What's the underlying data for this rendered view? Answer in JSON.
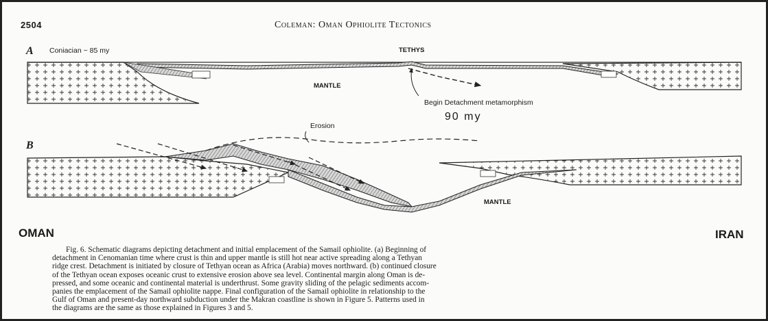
{
  "header": {
    "page_number": "2504",
    "running_head": "Coleman: Oman Ophiolite Tectonics"
  },
  "panel_a": {
    "label": "A",
    "age_note": "Coniacian ~ 85 my",
    "ocean_label": "TETHYS",
    "mantle_label": "MANTLE",
    "annotation": "Begin Detachment metamorphism",
    "age_handwritten": "90 my"
  },
  "panel_b": {
    "label": "B",
    "erosion_label": "Erosion",
    "mantle_label": "MANTLE"
  },
  "regions": {
    "left": "OMAN",
    "right": "IRAN"
  },
  "caption": {
    "lines": [
      "Fig. 6.  Schematic diagrams depicting detachment and initial emplacement of the Samail ophiolite. (a) Beginning of",
      "detachment in Cenomanian time where crust is thin and upper mantle is still hot near active spreading along a Tethyan",
      "ridge crest. Detachment is initiated by closure of Tethyan ocean as Africa (Arabia) moves northward. (b) continued closure",
      "of the Tethyan ocean exposes oceanic crust to extensive erosion above sea level. Continental margin along Oman is de-",
      "pressed, and some oceanic and continental material is underthrust. Some gravity sliding of the pelagic sediments accom-",
      "panies the emplacement of the Samail ophiolite nappe. Final configuration of the Samail ophiolite in relationship to the",
      "Gulf of Oman and present-day northward subduction under the Makran coastline is shown in Figure 5. Patterns used in",
      "the diagrams are the same as those explained in Figures 3 and 5."
    ]
  }
}
